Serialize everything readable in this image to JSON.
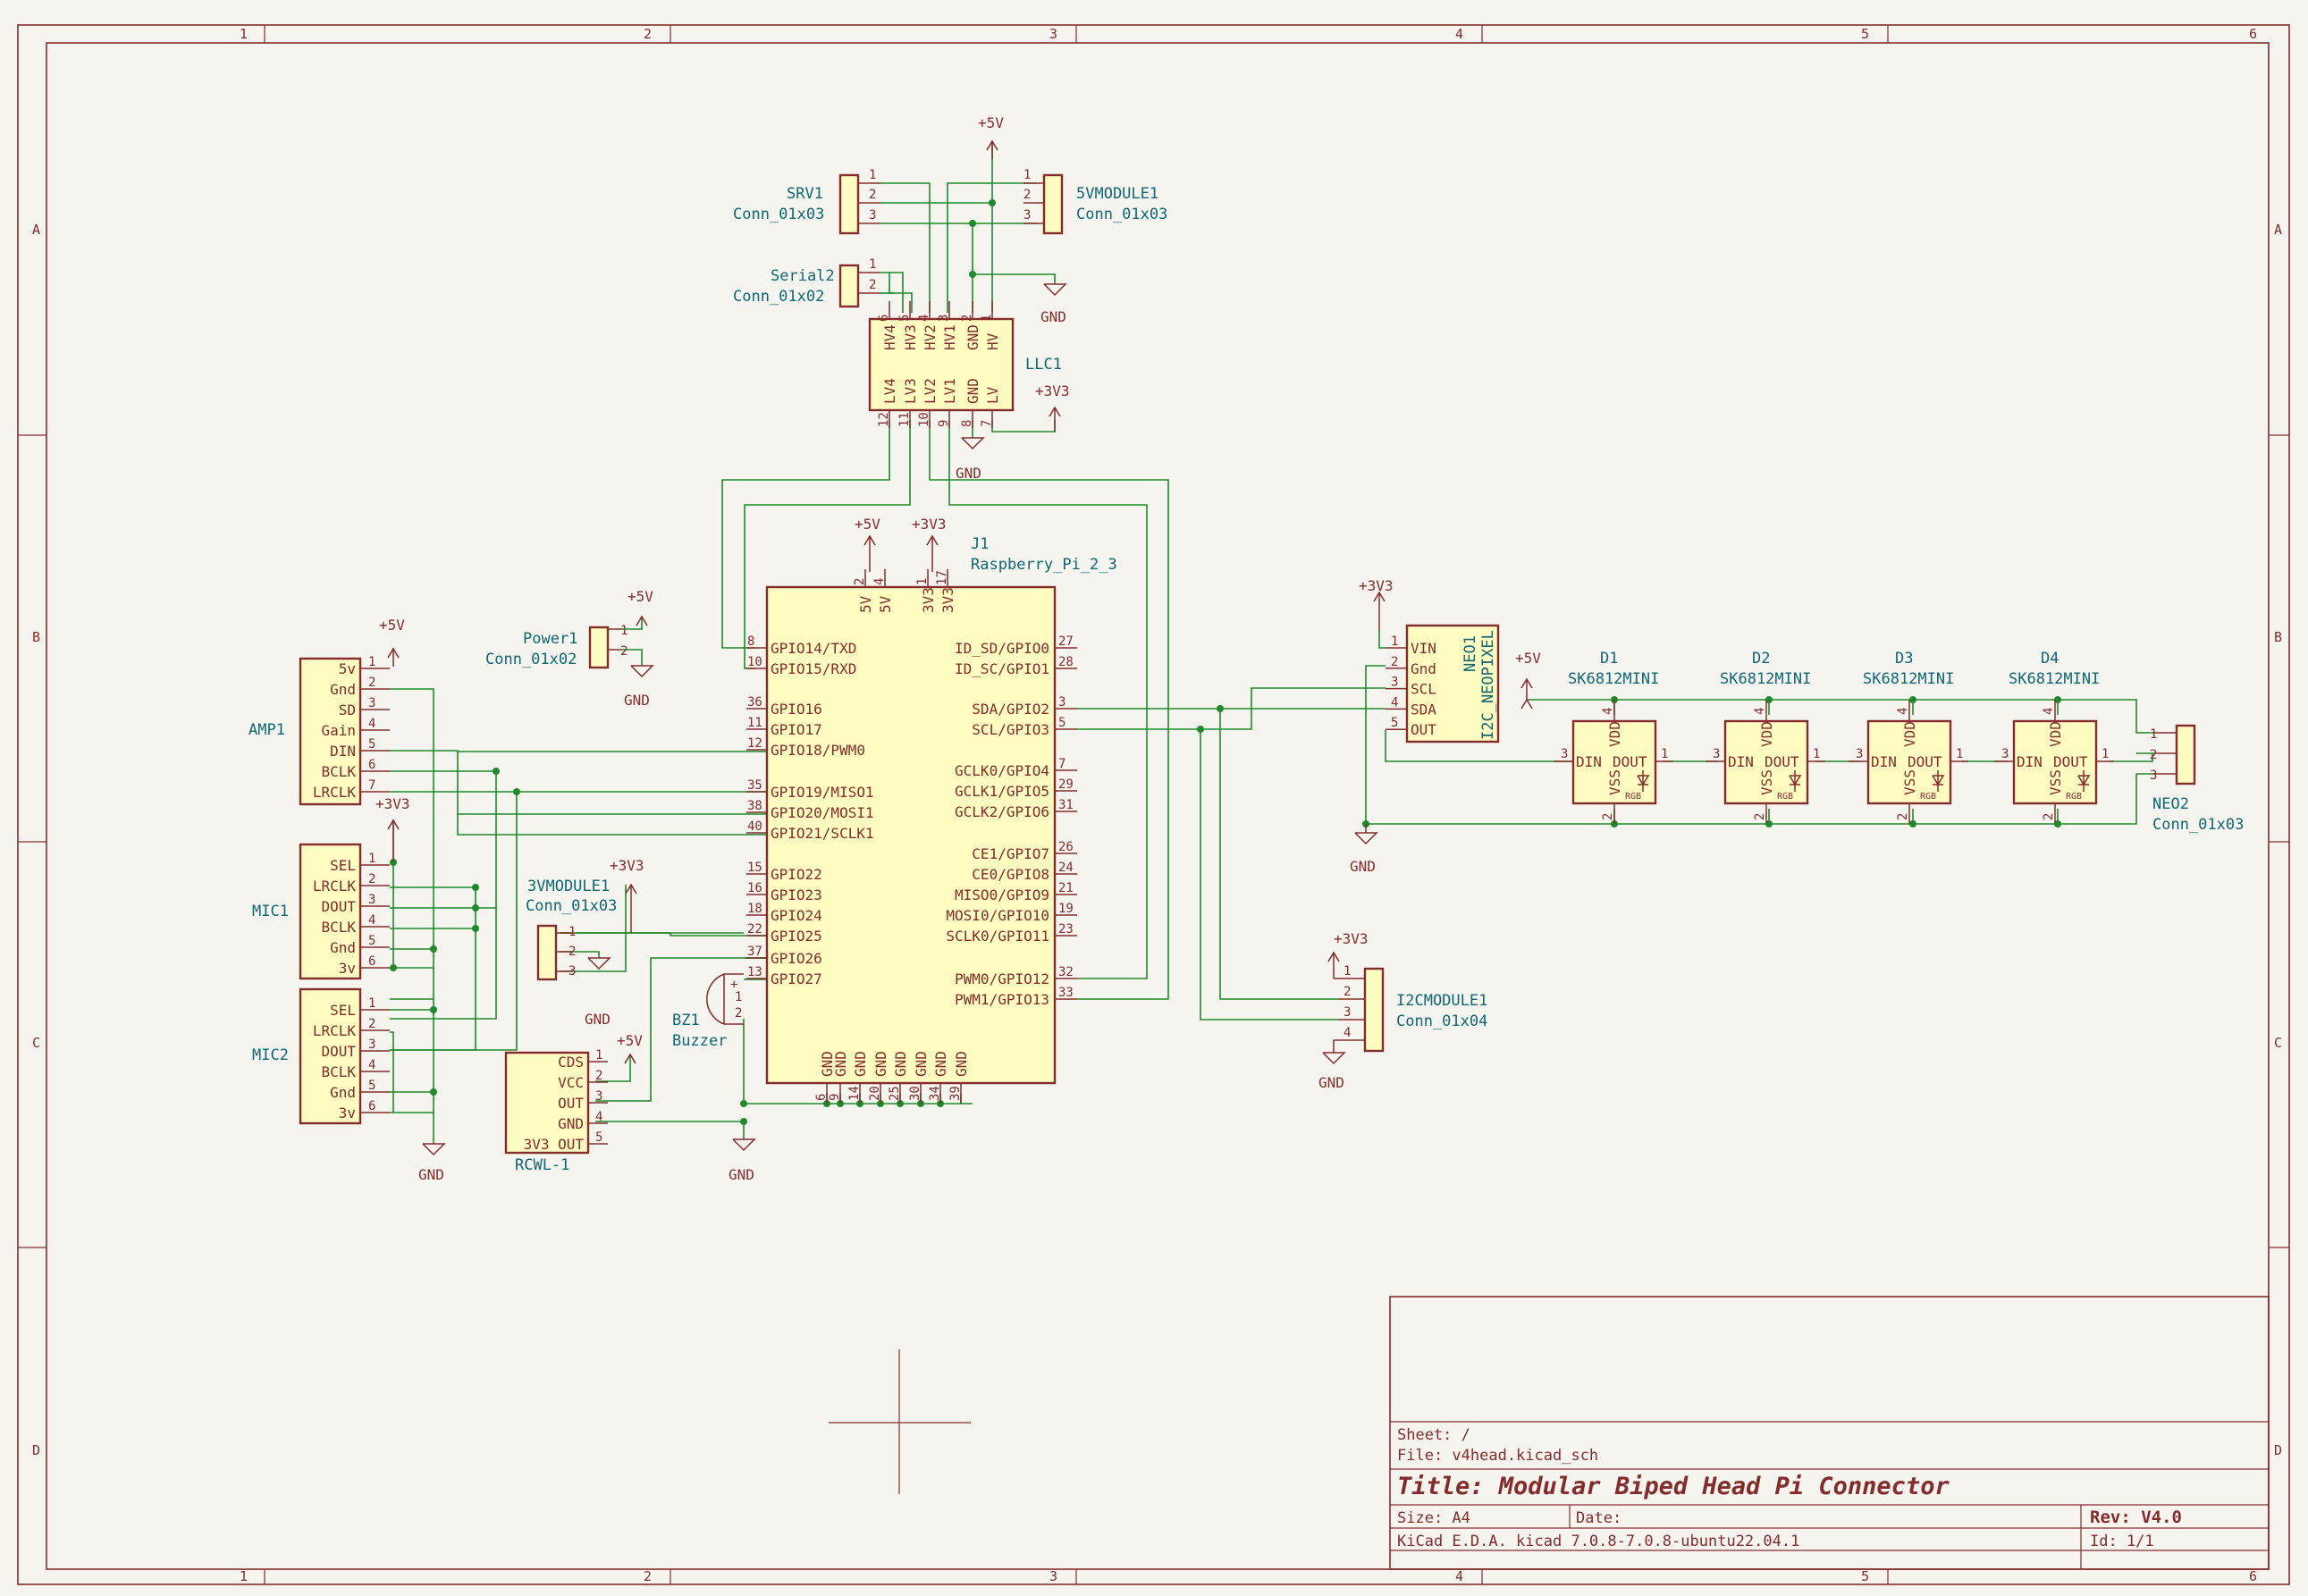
{
  "border": {
    "cols": [
      "1",
      "2",
      "3",
      "4",
      "5",
      "6"
    ],
    "rows": [
      "A",
      "B",
      "C",
      "D"
    ]
  },
  "power_labels": {
    "p5v": "+5V",
    "p3v3": "+3V3",
    "gnd": "GND"
  },
  "components": {
    "srv1": {
      "ref": "SRV1",
      "value": "Conn_01x03",
      "pins": [
        "1",
        "2",
        "3"
      ]
    },
    "mod5v": {
      "ref": "5VMODULE1",
      "value": "Conn_01x03",
      "pins": [
        "1",
        "2",
        "3"
      ]
    },
    "serial2": {
      "ref": "Serial2",
      "value": "Conn_01x02",
      "pins": [
        "1",
        "2"
      ]
    },
    "llc1": {
      "ref": "LLC1",
      "hv_pins": [
        {
          "name": "HV4",
          "num": "6"
        },
        {
          "name": "HV3",
          "num": "5"
        },
        {
          "name": "HV2",
          "num": "4"
        },
        {
          "name": "HV1",
          "num": "3"
        },
        {
          "name": "GND",
          "num": "2"
        },
        {
          "name": "HV",
          "num": "1"
        }
      ],
      "lv_pins": [
        {
          "name": "LV4",
          "num": "12"
        },
        {
          "name": "LV3",
          "num": "11"
        },
        {
          "name": "LV2",
          "num": "10"
        },
        {
          "name": "LV1",
          "num": "9"
        },
        {
          "name": "GND",
          "num": "8"
        },
        {
          "name": "LV",
          "num": "7"
        }
      ]
    },
    "j1": {
      "ref": "J1",
      "value": "Raspberry_Pi_2_3",
      "top_pins": [
        {
          "name": "5V",
          "num": "2"
        },
        {
          "name": "5V",
          "num": "4"
        },
        {
          "name": "3V3",
          "num": "1"
        },
        {
          "name": "3V3",
          "num": "17"
        }
      ],
      "left_pins": [
        {
          "name": "GPIO14/TXD",
          "num": "8"
        },
        {
          "name": "GPIO15/RXD",
          "num": "10"
        },
        {
          "name": "GPIO16",
          "num": "36"
        },
        {
          "name": "GPIO17",
          "num": "11"
        },
        {
          "name": "GPIO18/PWM0",
          "num": "12"
        },
        {
          "name": "GPIO19/MISO1",
          "num": "35"
        },
        {
          "name": "GPIO20/MOSI1",
          "num": "38"
        },
        {
          "name": "GPIO21/SCLK1",
          "num": "40"
        },
        {
          "name": "GPIO22",
          "num": "15"
        },
        {
          "name": "GPIO23",
          "num": "16"
        },
        {
          "name": "GPIO24",
          "num": "18"
        },
        {
          "name": "GPIO25",
          "num": "22"
        },
        {
          "name": "GPIO26",
          "num": "37"
        },
        {
          "name": "GPIO27",
          "num": "13"
        }
      ],
      "right_pins": [
        {
          "name": "ID_SD/GPIO0",
          "num": "27"
        },
        {
          "name": "ID_SC/GPIO1",
          "num": "28"
        },
        {
          "name": "SDA/GPIO2",
          "num": "3"
        },
        {
          "name": "SCL/GPIO3",
          "num": "5"
        },
        {
          "name": "GCLK0/GPIO4",
          "num": "7"
        },
        {
          "name": "GCLK1/GPIO5",
          "num": "29"
        },
        {
          "name": "GCLK2/GPIO6",
          "num": "31"
        },
        {
          "name": "CE1/GPIO7",
          "num": "26"
        },
        {
          "name": "CE0/GPIO8",
          "num": "24"
        },
        {
          "name": "MISO0/GPIO9",
          "num": "21"
        },
        {
          "name": "MOSI0/GPIO10",
          "num": "19"
        },
        {
          "name": "SCLK0/GPIO11",
          "num": "23"
        },
        {
          "name": "PWM0/GPIO12",
          "num": "32"
        },
        {
          "name": "PWM1/GPIO13",
          "num": "33"
        }
      ],
      "bottom_pins": [
        {
          "name": "GND",
          "num": "6"
        },
        {
          "name": "GND",
          "num": "9"
        },
        {
          "name": "GND",
          "num": "14"
        },
        {
          "name": "GND",
          "num": "20"
        },
        {
          "name": "GND",
          "num": "25"
        },
        {
          "name": "GND",
          "num": "30"
        },
        {
          "name": "GND",
          "num": "34"
        },
        {
          "name": "GND",
          "num": "39"
        }
      ]
    },
    "power1": {
      "ref": "Power1",
      "value": "Conn_01x02",
      "pins": [
        "1",
        "2"
      ]
    },
    "amp1": {
      "ref": "AMP1",
      "pins": [
        {
          "name": "5v",
          "num": "1"
        },
        {
          "name": "Gnd",
          "num": "2"
        },
        {
          "name": "SD",
          "num": "3"
        },
        {
          "name": "Gain",
          "num": "4"
        },
        {
          "name": "DIN",
          "num": "5"
        },
        {
          "name": "BCLK",
          "num": "6"
        },
        {
          "name": "LRCLK",
          "num": "7"
        }
      ]
    },
    "mic1": {
      "ref": "MIC1",
      "pins": [
        {
          "name": "SEL",
          "num": "1"
        },
        {
          "name": "LRCLK",
          "num": "2"
        },
        {
          "name": "DOUT",
          "num": "3"
        },
        {
          "name": "BCLK",
          "num": "4"
        },
        {
          "name": "Gnd",
          "num": "5"
        },
        {
          "name": "3v",
          "num": "6"
        }
      ]
    },
    "mic2": {
      "ref": "MIC2",
      "pins": [
        {
          "name": "SEL",
          "num": "1"
        },
        {
          "name": "LRCLK",
          "num": "2"
        },
        {
          "name": "DOUT",
          "num": "3"
        },
        {
          "name": "BCLK",
          "num": "4"
        },
        {
          "name": "Gnd",
          "num": "5"
        },
        {
          "name": "3v",
          "num": "6"
        }
      ]
    },
    "mod3v3": {
      "ref": "3VMODULE1",
      "value": "Conn_01x03",
      "pins": [
        "1",
        "2",
        "3"
      ]
    },
    "bz1": {
      "ref": "BZ1",
      "value": "Buzzer",
      "pins": [
        "1",
        "2"
      ],
      "plus": "+"
    },
    "rcwl": {
      "ref": "RCWL-1",
      "pins": [
        {
          "name": "CDS",
          "num": "1"
        },
        {
          "name": "VCC",
          "num": "2"
        },
        {
          "name": "OUT",
          "num": "3"
        },
        {
          "name": "GND",
          "num": "4"
        },
        {
          "name": "3V3_OUT",
          "num": "5"
        }
      ]
    },
    "neo1": {
      "ref": "NEO1",
      "value": "I2C_NEOPIXEL",
      "pins": [
        {
          "name": "VIN",
          "num": "1"
        },
        {
          "name": "Gnd",
          "num": "2"
        },
        {
          "name": "SCL",
          "num": "3"
        },
        {
          "name": "SDA",
          "num": "4"
        },
        {
          "name": "OUT",
          "num": "5"
        }
      ]
    },
    "i2c": {
      "ref": "I2CMODULE1",
      "value": "Conn_01x04",
      "pins": [
        "1",
        "2",
        "3",
        "4"
      ]
    },
    "neo2": {
      "ref": "NEO2",
      "value": "Conn_01x03",
      "pins": [
        "1",
        "2",
        "3"
      ]
    },
    "leds": [
      {
        "ref": "D1",
        "value": "SK6812MINI"
      },
      {
        "ref": "D2",
        "value": "SK6812MINI"
      },
      {
        "ref": "D3",
        "value": "SK6812MINI"
      },
      {
        "ref": "D4",
        "value": "SK6812MINI"
      }
    ],
    "led_pins": {
      "vdd": "VDD",
      "vss": "VSS",
      "din": "DIN",
      "dout": "DOUT",
      "rgb": "RGB",
      "n_vdd": "4",
      "n_vss": "2",
      "n_din": "3",
      "n_dout": "1"
    }
  },
  "title_block": {
    "sheet": "Sheet: /",
    "file": "File: v4head.kicad_sch",
    "title": "Title: Modular Biped Head Pi Connector",
    "size": "Size: A4",
    "date": "Date:",
    "rev": "Rev: V4.0",
    "tool": "KiCad E.D.A.  kicad 7.0.8-7.0.8-ubuntu22.04.1",
    "id": "Id: 1/1"
  }
}
